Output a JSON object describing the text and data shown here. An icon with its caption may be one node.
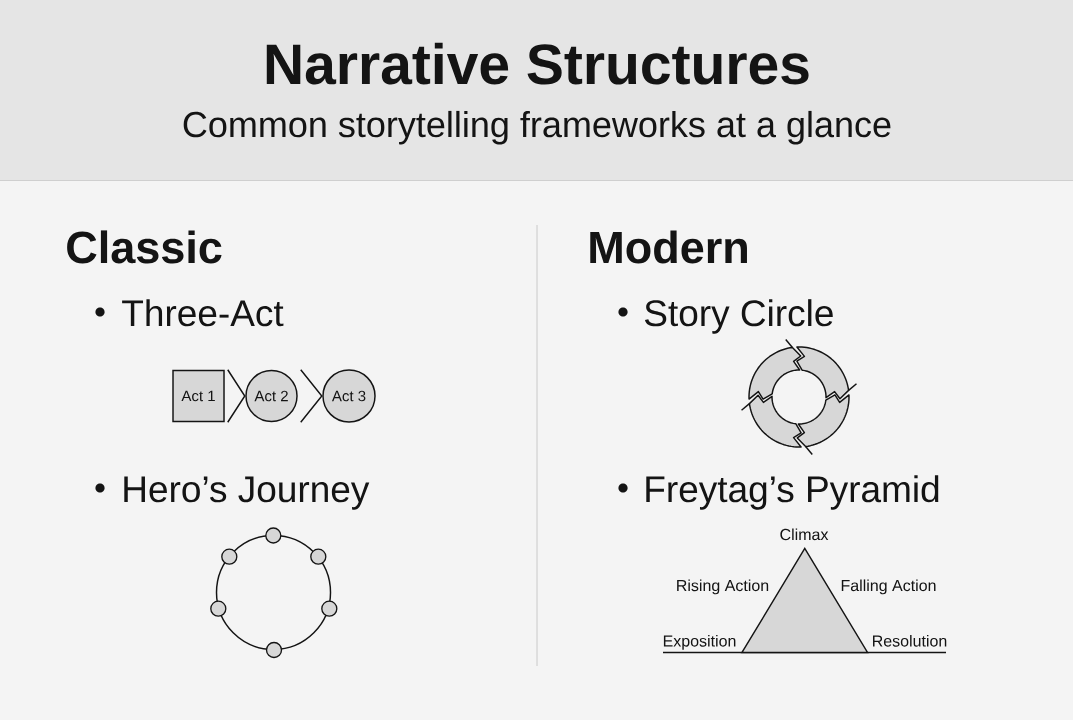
{
  "diagram": {
    "title": "Narrative Structures",
    "nodes": [
      {
        "text": [
          "Act 1"
        ]
      },
      {
        "text": [
          "Act 2"
        ]
      },
      {
        "text": [
          "Act 3"
        ]
      },
      {
        "text": [],
        "shape": "triangle",
        "beside": [
          "Climax",
          "Rising Action",
          "Falling Action",
          "Exposition",
          "Resolution"
        ]
      }
    ],
    "edges": [
      {
        "from": 0,
        "to": 1,
        "arrow": "to"
      },
      {
        "from": 1,
        "to": 2,
        "arrow": "to"
      }
    ],
    "labels": [
      "Common storytelling frameworks at a glance",
      "Classic",
      "Modern",
      "Three-Act",
      "Story Circle",
      "Hero’s Journey",
      "Freytag’s Pyramid"
    ]
  }
}
